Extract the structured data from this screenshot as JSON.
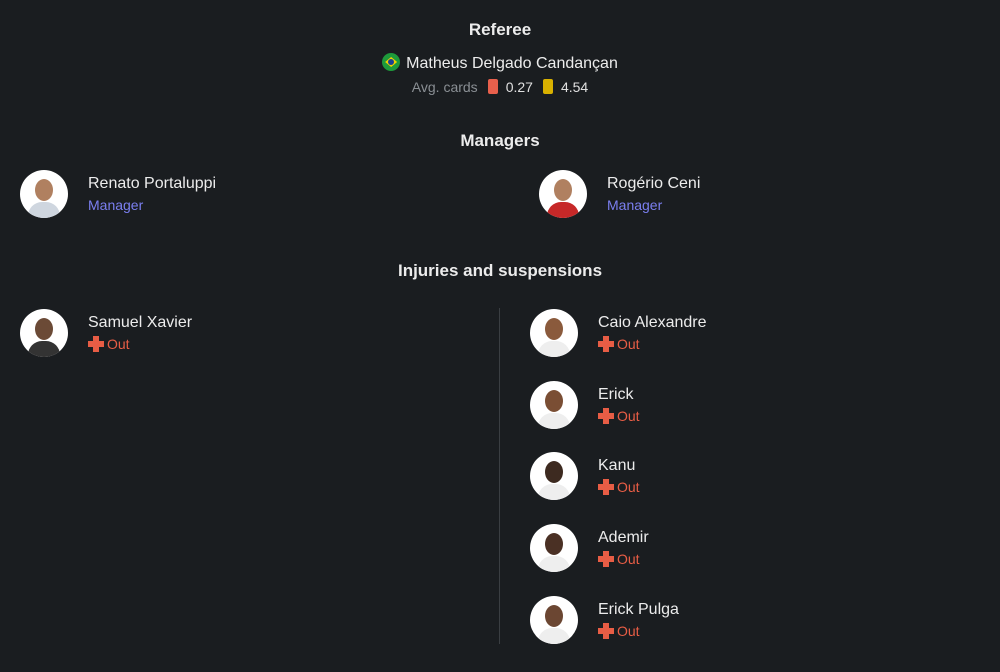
{
  "referee": {
    "title": "Referee",
    "name": "Matheus Delgado Candançan",
    "flag": "brazil-flag",
    "avg_label": "Avg. cards",
    "red": "0.27",
    "yellow": "4.54",
    "red_color": "#e8604c",
    "yellow_color": "#d9b100"
  },
  "managers": {
    "title": "Managers",
    "items": [
      {
        "name": "Renato Portaluppi",
        "role": "Manager"
      },
      {
        "name": "Rogério Ceni",
        "role": "Manager"
      }
    ]
  },
  "injuries": {
    "title": "Injuries and suspensions",
    "home": [
      {
        "name": "Samuel Xavier",
        "status": "Out"
      }
    ],
    "away": [
      {
        "name": "Caio Alexandre",
        "status": "Out"
      },
      {
        "name": "Erick",
        "status": "Out"
      },
      {
        "name": "Kanu",
        "status": "Out"
      },
      {
        "name": "Ademir",
        "status": "Out"
      },
      {
        "name": "Erick Pulga",
        "status": "Out"
      }
    ]
  }
}
